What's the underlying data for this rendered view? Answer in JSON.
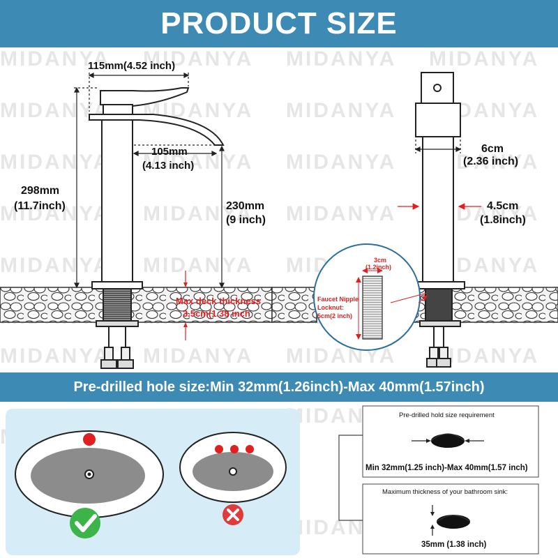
{
  "header": {
    "title": "PRODUCT SIZE"
  },
  "watermark": "MIDANYA",
  "faucet_front": {
    "spout_width": "115mm(4.52 inch)",
    "reach_mm": "105mm",
    "reach_in": "(4.13 inch)",
    "total_height_mm": "298mm",
    "total_height_in": "(11.7inch)",
    "spout_height_mm": "230mm",
    "spout_height_in": "(9 inch)",
    "deck_label": "Max deck thickness",
    "deck_value": "3.5cm(1.38 inch"
  },
  "faucet_side": {
    "body_width_cm": "6cm",
    "body_width_in": "(2.36 inch)",
    "neck_width_cm": "4.5cm",
    "neck_width_in": "(1.8inch)"
  },
  "nipple_detail": {
    "dia_cm": "3cm",
    "dia_in": "(1.2inch)",
    "label_1": "Faucet Nipple",
    "label_2": "Locknut:",
    "label_3": "5cm(2 inch)"
  },
  "hole_banner": "Pre-drilled hole size:Min 32mm(1.26inch)-Max 40mm(1.57inch)",
  "requirements": {
    "hole_title": "Pre-drilled hold size requirement",
    "hole_range": "Min 32mm(1.25 inch)-Max 40mm(1.57 inch)",
    "thickness_title": "Maximum thickness of your bathroom sink:",
    "thickness_value": "35mm (1.38 inch)"
  },
  "colors": {
    "banner": "#3d8ab4",
    "panel": "#d6edf7",
    "accent_red": "#e02020",
    "ok_green": "#3cb44a",
    "bad_red": "#e03a3a"
  }
}
